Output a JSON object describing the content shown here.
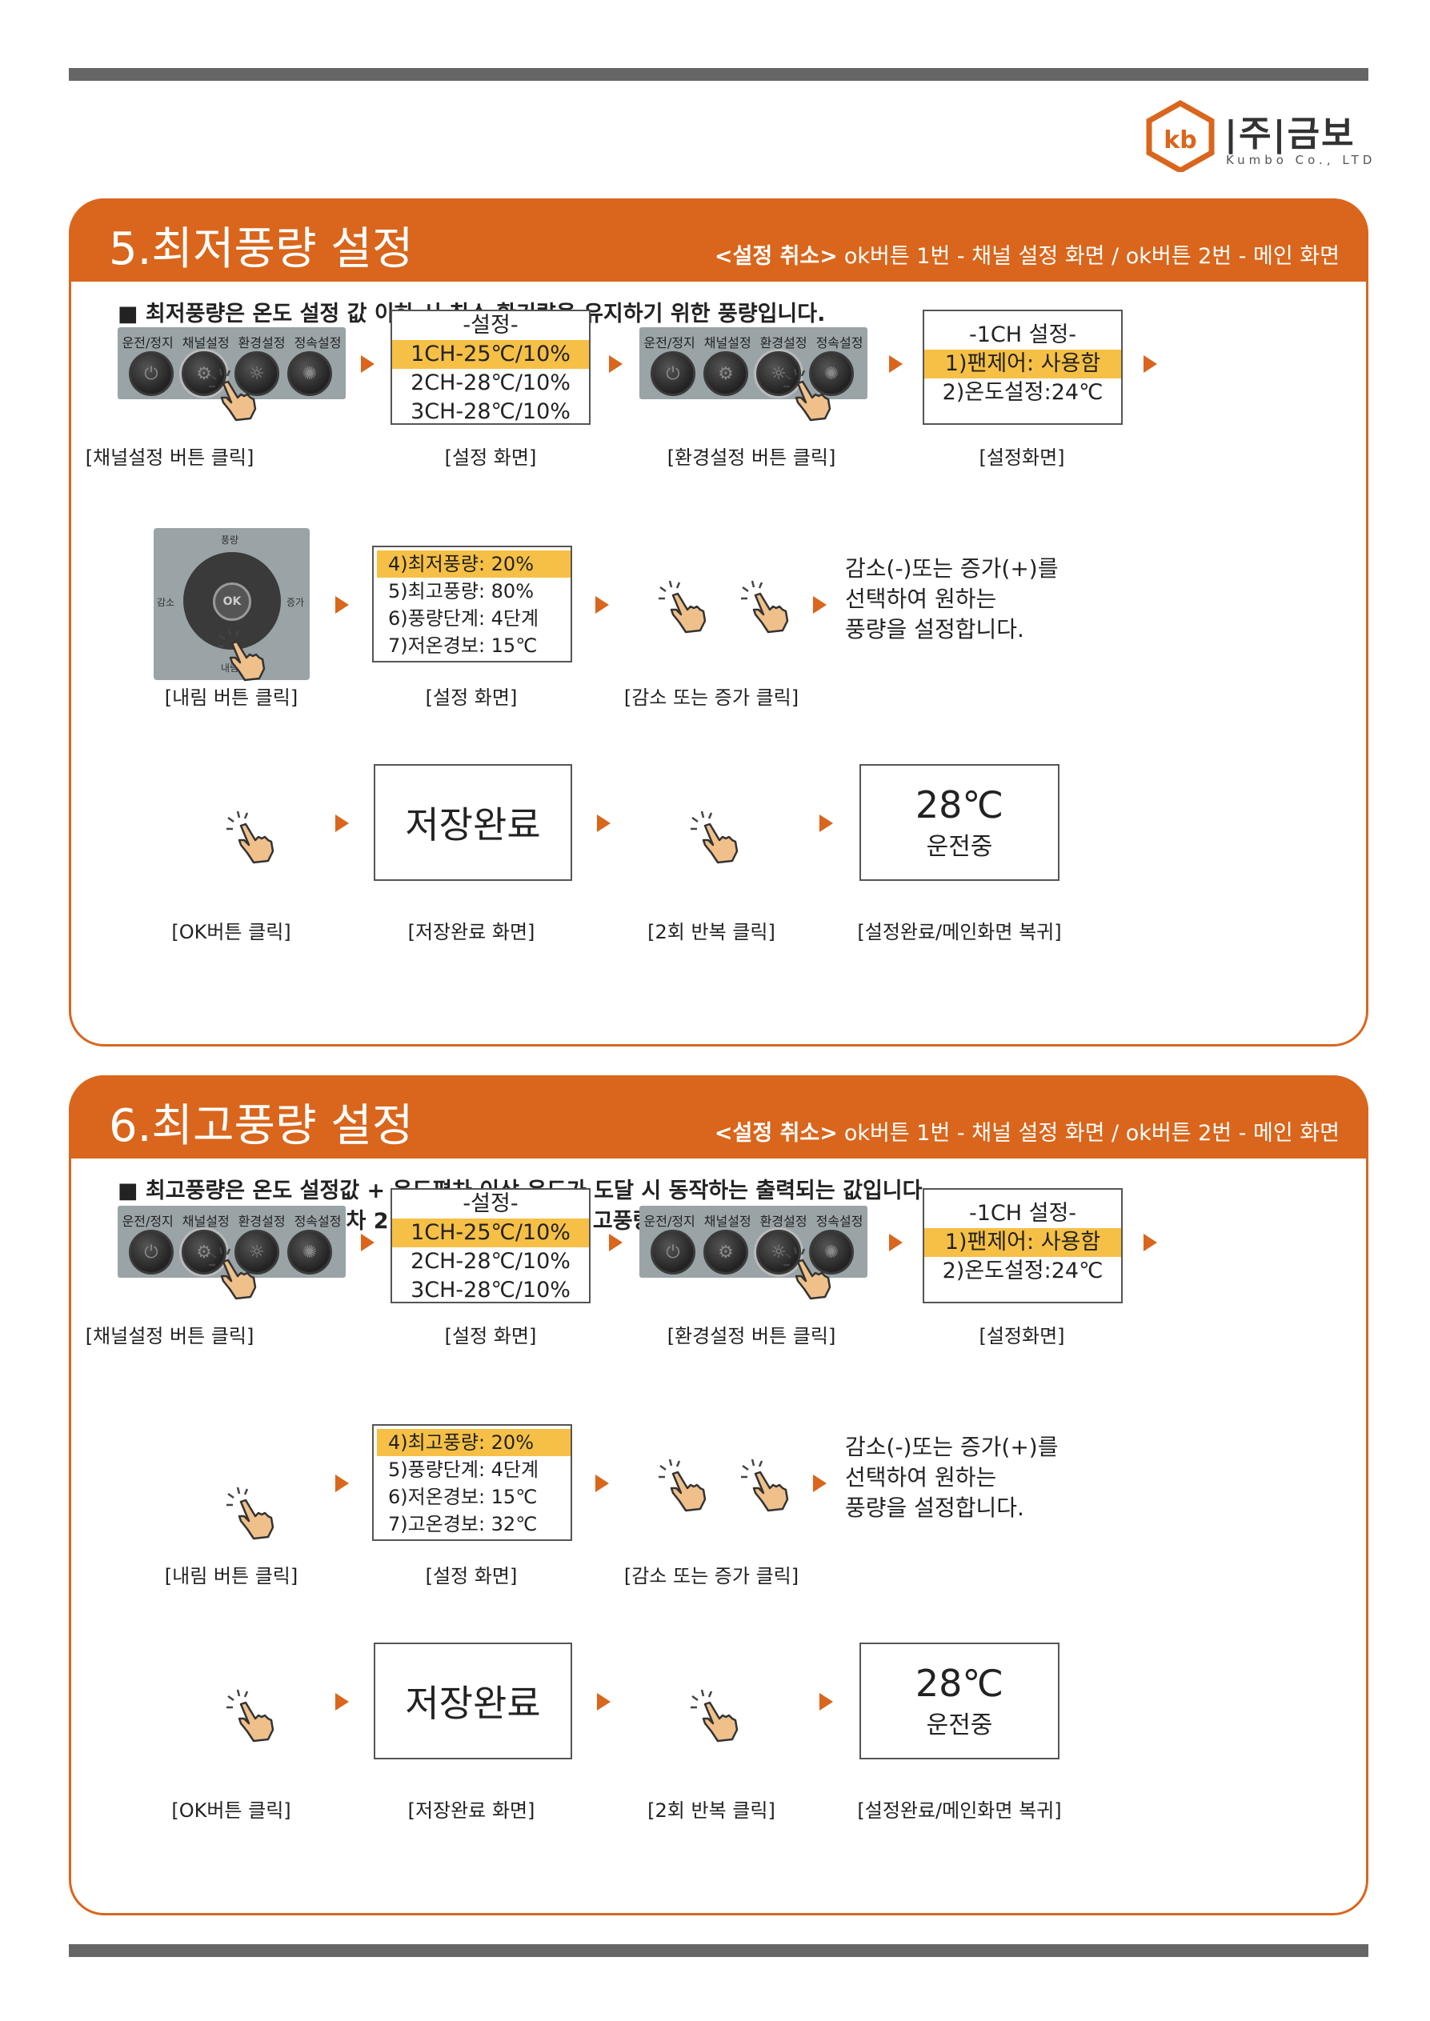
{
  "brand": {
    "name": "|주|금보",
    "sub": "Kumbo Co., LTD",
    "color": "#d9661c"
  },
  "colors": {
    "accent": "#d9661c",
    "highlight": "#f6c046",
    "rule": "#666666"
  },
  "panel_labels": [
    "운전/정지",
    "채널설정",
    "환경설정",
    "정속설정"
  ],
  "remote_labels": {
    "up": "풍량",
    "left": "감소",
    "right": "증가",
    "down": "내림",
    "ok": "OK"
  },
  "sections": [
    {
      "title": "5.최저풍량 설정",
      "cancel_label": "<설정 취소>",
      "cancel_text": "ok버튼 1번 - 채널 설정 화면 / ok버튼 2번 - 메인 화면",
      "desc": [
        "■ 최저풍량은 온도 설정 값 이하 시 최소 환기량을 유지하기 위한 풍량입니다."
      ],
      "screen1": {
        "title": "-설정-",
        "rows": [
          "1CH-25℃/10%",
          "2CH-28℃/10%",
          "3CH-28℃/10%"
        ]
      },
      "screen2": {
        "title": "-1CH 설정-",
        "rows": [
          "1)팬제어: 사용함",
          "2)온도설정:24℃"
        ]
      },
      "screen3": {
        "rows": [
          "4)최저풍량: 20%",
          "5)최고풍량: 80%",
          "6)풍량단계: 4단계",
          "7)저온경보: 15℃"
        ]
      },
      "note": [
        "감소(-)또는 증가(+)를",
        "선택하여 원하는",
        "풍량을 설정합니다."
      ],
      "save": "저장완료",
      "done_temp": "28℃",
      "done_status": "운전중",
      "captions": [
        "[채널설정 버튼 클릭]",
        "[설정 화면]",
        "[환경설정 버튼 클릭]",
        "[설정화면]",
        "[내림 버튼 클릭]",
        "[설정 화면]",
        "[감소 또는 증가 클릭]",
        "[OK버튼 클릭]",
        "[저장완료 화면]",
        "[2회 반복 클릭]",
        "[설정완료/메인화면 복귀]"
      ]
    },
    {
      "title": "6.최고풍량 설정",
      "cancel_label": "<설정 취소>",
      "cancel_text": "ok버튼 1번 - 채널 설정 화면 / ok버튼 2번 - 메인 화면",
      "desc": [
        "■ 최고풍량은 온도 설정값 + 온도편차 이상 온도가 도달 시 동작하는 출력되는 값입니다.",
        "(설정온도 20℃, 온도편차 2℃설정 시 22℃에 최고풍량으로 동작)"
      ],
      "screen1": {
        "title": "-설정-",
        "rows": [
          "1CH-25℃/10%",
          "2CH-28℃/10%",
          "3CH-28℃/10%"
        ]
      },
      "screen2": {
        "title": "-1CH 설정-",
        "rows": [
          "1)팬제어: 사용함",
          "2)온도설정:24℃"
        ]
      },
      "screen3": {
        "rows": [
          "4)최고풍량: 20%",
          "5)풍량단계: 4단계",
          "6)저온경보: 15℃",
          "7)고온경보: 32℃"
        ]
      },
      "note": [
        "감소(-)또는 증가(+)를",
        "선택하여 원하는",
        "풍량을 설정합니다."
      ],
      "save": "저장완료",
      "done_temp": "28℃",
      "done_status": "운전중",
      "captions": [
        "[채널설정 버튼 클릭]",
        "[설정 화면]",
        "[환경설정 버튼 클릭]",
        "[설정화면]",
        "[내림 버튼 클릭]",
        "[설정 화면]",
        "[감소 또는 증가 클릭]",
        "[OK버튼 클릭]",
        "[저장완료 화면]",
        "[2회 반복 클릭]",
        "[설정완료/메인화면 복귀]"
      ]
    }
  ]
}
